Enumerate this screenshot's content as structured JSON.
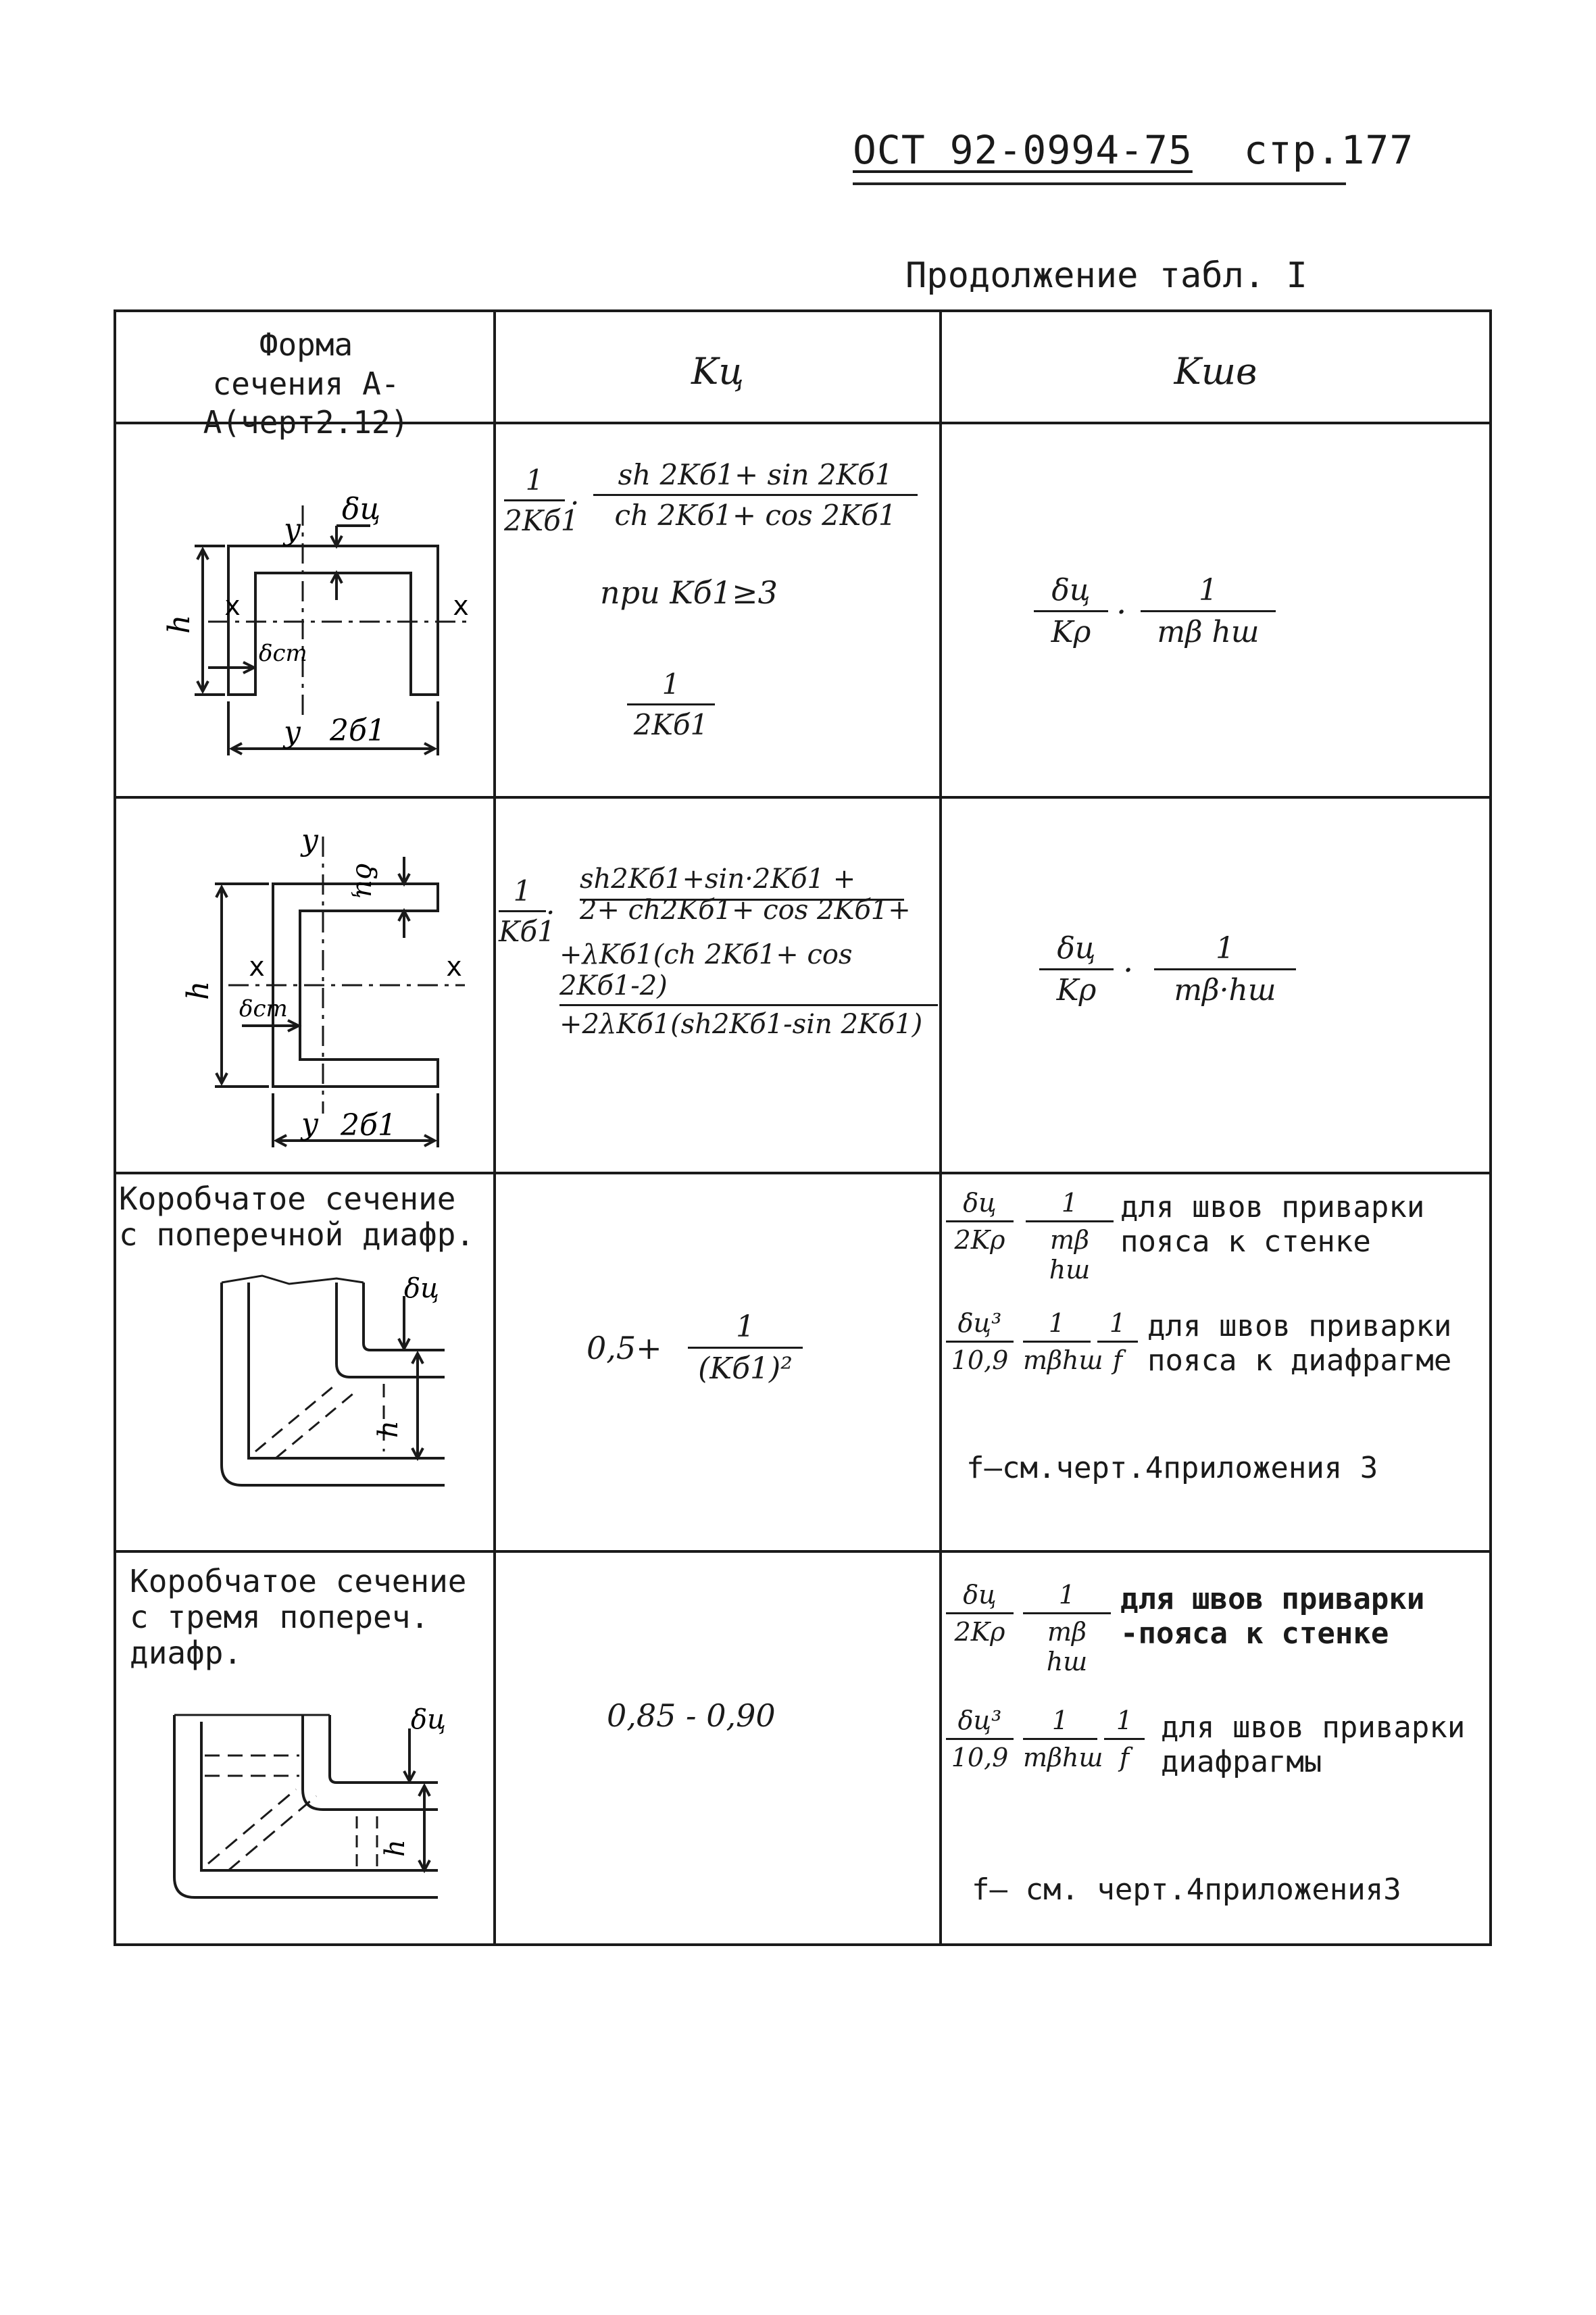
{
  "header": {
    "doc_code": "ОСТ 92-0994-75",
    "page_label": "стр.",
    "page_number": "177"
  },
  "table_caption": "Продолжение табл. I",
  "columns": {
    "form_line1": "Форма",
    "form_line2": "сечения А-А(черт2.12)",
    "k_c": "Kц",
    "k_shv": "Kшв"
  },
  "rows": [
    {
      "kc": {
        "f1_num": "1",
        "f1_den": "2Kб1",
        "f2_num": "sh 2Kб1+ sin 2Kб1",
        "f2_den": "ch 2Kб1+ cos 2Kб1",
        "cond": "при Kб1≥3",
        "f3_num": "1",
        "f3_den": "2Kб1"
      },
      "kshv": {
        "a_num": "δц",
        "a_den": "Kρ",
        "b_num": "1",
        "b_den": "mβ hш"
      },
      "diagram": {
        "delta": "δц",
        "y_top": "y",
        "y_bottom": "y",
        "x_left": "x",
        "x_right": "x",
        "h": "h",
        "delta_wall": "δст",
        "width": "2б1"
      }
    },
    {
      "kc": {
        "f1_num": "1",
        "f1_den": "Kб1",
        "num1": "sh2Kб1+sin·2Kб1 +",
        "den1": "2+ ch2Kб1+ cos 2Kб1+",
        "num2": "+λKб1(ch 2Kб1+ cos 2Kб1-2)",
        "den2": "+2λKб1(sh2Kб1-sin 2Kб1)"
      },
      "kshv": {
        "a_num": "δц",
        "a_den": "Kρ",
        "b_num": "1",
        "b_den": "mβ·hш"
      },
      "diagram": {
        "delta": "δц",
        "y_top": "y",
        "y_bottom": "y",
        "x_left": "x",
        "x_right": "x",
        "h": "h",
        "delta_wall": "δст",
        "width": "2б1"
      }
    },
    {
      "title": "Коробчатое сечение с поперечной диафр.",
      "kc": {
        "prefix": "0,5+",
        "f_num": "1",
        "f_den": "(Kб1)²"
      },
      "kshv": {
        "a1_num": "δц",
        "a1_den": "2Kρ",
        "b1_num": "1",
        "b1_den": "mβ hш",
        "note1": "для швов приварки пояса к стенке",
        "a2_num": "δц³",
        "a2_den": "10,9",
        "b2_num": "1",
        "b2_den": "mβhш",
        "c2_num": "1",
        "c2_den": "f",
        "note2": "для швов приварки пояса к диафрагме",
        "ref": "f—см.черт.4приложения 3"
      },
      "diagram": {
        "delta": "δц",
        "h": "h"
      }
    },
    {
      "title": "Коробчатое сечение с тремя попереч. диафр.",
      "kc": {
        "value": "0,85 - 0,90"
      },
      "kshv": {
        "a1_num": "δц",
        "a1_den": "2Kρ",
        "b1_num": "1",
        "b1_den": "mβ hш",
        "note1": "для швов приварки -пояса к стенке",
        "a2_num": "δц³",
        "a2_den": "10,9",
        "b2_num": "1",
        "b2_den": "mβhш",
        "c2_num": "1",
        "c2_den": "f",
        "note2": "для швов приварки диафрагмы",
        "ref": "f— см. черт.4приложения3"
      },
      "diagram": {
        "delta": "δц",
        "h": "h"
      }
    }
  ]
}
